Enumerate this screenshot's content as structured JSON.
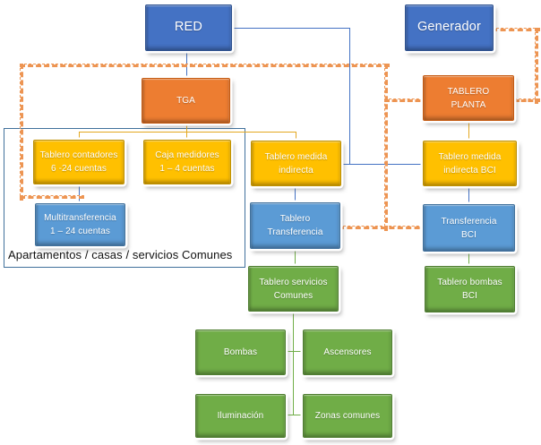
{
  "diagram": {
    "type": "electrical-distribution-flowchart",
    "container_label": "Apartamentos / casas / servicios Comunes",
    "colors": {
      "primary_blue": "#4472C4",
      "light_blue": "#5B9BD5",
      "orange": "#ED7D31",
      "yellow": "#FFC000",
      "green": "#70AD47",
      "dashed_generator_line": "#ED7D31",
      "group_border": "#41719C"
    },
    "nodes": [
      {
        "id": "red",
        "color": "blue",
        "lines": [
          "RED"
        ]
      },
      {
        "id": "generador",
        "color": "blue",
        "lines": [
          "Generador"
        ]
      },
      {
        "id": "tga",
        "color": "orange",
        "lines": [
          "TGA"
        ]
      },
      {
        "id": "tablero-planta",
        "color": "orange",
        "lines": [
          "TABLERO",
          "PLANTA"
        ]
      },
      {
        "id": "tablero-contadores",
        "color": "yellow",
        "lines": [
          "Tablero contadores",
          "6 -24 cuentas"
        ]
      },
      {
        "id": "caja-medidores",
        "color": "yellow",
        "lines": [
          "Caja medidores",
          "1 – 4 cuentas"
        ]
      },
      {
        "id": "tablero-medida-indirecta",
        "color": "yellow",
        "lines": [
          "Tablero medida",
          "indirecta"
        ]
      },
      {
        "id": "tablero-medida-indirecta-bci",
        "color": "yellow",
        "lines": [
          "Tablero medida",
          "indirecta BCI"
        ]
      },
      {
        "id": "multitransferencia",
        "color": "light-blue",
        "lines": [
          "Multitransferencia",
          "1 – 24 cuentas"
        ]
      },
      {
        "id": "tablero-transferencia",
        "color": "light-blue",
        "lines": [
          "Tablero",
          "Transferencia"
        ]
      },
      {
        "id": "transferencia-bci",
        "color": "light-blue",
        "lines": [
          "Transferencia",
          "BCI"
        ]
      },
      {
        "id": "tablero-servicios-comunes",
        "color": "green",
        "lines": [
          "Tablero servicios",
          "Comunes"
        ]
      },
      {
        "id": "tablero-bombas-bci",
        "color": "green",
        "lines": [
          "Tablero bombas",
          "BCI"
        ]
      },
      {
        "id": "bombas",
        "color": "green",
        "lines": [
          "Bombas"
        ]
      },
      {
        "id": "ascensores",
        "color": "green",
        "lines": [
          "Ascensores"
        ]
      },
      {
        "id": "iluminacion",
        "color": "green",
        "lines": [
          "Iluminación"
        ]
      },
      {
        "id": "zonas-comunes",
        "color": "green",
        "lines": [
          "Zonas comunes"
        ]
      }
    ],
    "edges": [
      {
        "from": "red",
        "to": "tga",
        "style": "solid-blue"
      },
      {
        "from": "red",
        "to": "tablero-medida-indirecta",
        "style": "solid-blue"
      },
      {
        "from": "red",
        "to": "tablero-medida-indirecta-bci",
        "style": "solid-blue"
      },
      {
        "from": "tga",
        "to": "tablero-contadores",
        "style": "solid-yellow"
      },
      {
        "from": "tga",
        "to": "caja-medidores",
        "style": "solid-yellow"
      },
      {
        "from": "tga",
        "to": "tablero-medida-indirecta",
        "style": "solid-yellow"
      },
      {
        "from": "tablero-contadores",
        "to": "multitransferencia",
        "style": "solid-blue"
      },
      {
        "from": "tablero-medida-indirecta",
        "to": "tablero-transferencia",
        "style": "solid-blue"
      },
      {
        "from": "tablero-transferencia",
        "to": "tablero-servicios-comunes",
        "style": "solid-green"
      },
      {
        "from": "tablero-servicios-comunes",
        "to": "bombas",
        "style": "solid-green"
      },
      {
        "from": "tablero-servicios-comunes",
        "to": "ascensores",
        "style": "solid-green"
      },
      {
        "from": "tablero-servicios-comunes",
        "to": "iluminacion",
        "style": "solid-green"
      },
      {
        "from": "tablero-servicios-comunes",
        "to": "zonas-comunes",
        "style": "solid-green"
      },
      {
        "from": "generador",
        "to": "tablero-planta",
        "style": "dashed-orange"
      },
      {
        "from": "tablero-planta",
        "to": "tablero-medida-indirecta-bci",
        "style": "solid-yellow"
      },
      {
        "from": "tablero-medida-indirecta-bci",
        "to": "transferencia-bci",
        "style": "solid-blue"
      },
      {
        "from": "transferencia-bci",
        "to": "tablero-bombas-bci",
        "style": "solid-green"
      },
      {
        "from": "tablero-planta",
        "to": "multitransferencia",
        "style": "dashed-orange"
      },
      {
        "from": "tablero-planta",
        "to": "tablero-transferencia",
        "style": "dashed-orange"
      },
      {
        "from": "tablero-planta",
        "to": "transferencia-bci",
        "style": "dashed-orange"
      }
    ]
  }
}
